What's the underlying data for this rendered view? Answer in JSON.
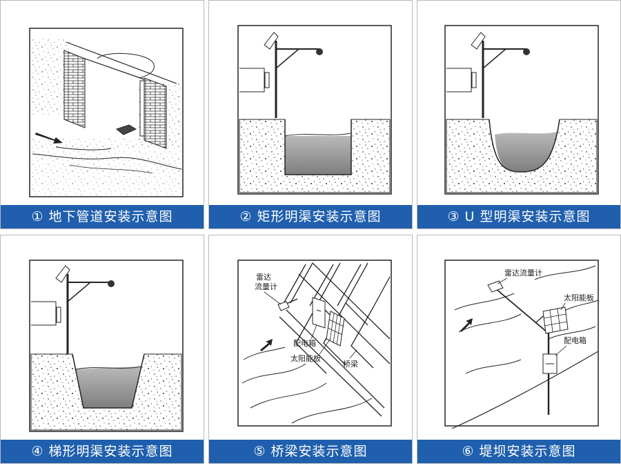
{
  "panels": [
    {
      "caption": "① 地下管道安装示意图"
    },
    {
      "caption": "② 矩形明渠安装示意图"
    },
    {
      "caption": "③ U 型明渠安装示意图"
    },
    {
      "caption": "④ 梯形明渠安装示意图"
    },
    {
      "caption": "⑤ 桥梁安装示意图",
      "labels": {
        "radar_l1": "雷达",
        "radar_l2": "流量计",
        "box": "配电箱",
        "solar": "太阳能板",
        "bridge": "桥梁"
      }
    },
    {
      "caption": "⑥ 堤坝安装示意图",
      "labels": {
        "radar": "雷达流量计",
        "solar": "太阳能板",
        "box": "配电箱"
      }
    }
  ],
  "colors": {
    "caption_bg": "#1f5fae",
    "caption_text": "#ffffff",
    "water": "#8a8a8a",
    "line": "#222222"
  }
}
